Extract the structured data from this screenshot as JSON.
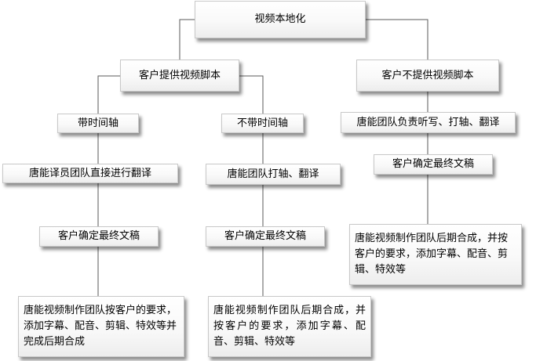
{
  "diagram": {
    "root": {
      "label": "视频本地化"
    },
    "branch_with_script": {
      "label": "客户提供视频脚本",
      "with_timeline": {
        "label": "带时间轴",
        "steps": [
          "唐能译员团队直接进行翻译",
          "客户确定最终文稿",
          "唐能视频制作团队按客户的要求，添加字幕、配音、剪辑、特效等并完成后期合成"
        ]
      },
      "without_timeline": {
        "label": "不带时间轴",
        "steps": [
          "唐能团队打轴、翻译",
          "客户确定最终文稿",
          "唐能视频制作团队后期合成，并按客户的要求，添加字幕、配音、剪辑、特效等"
        ]
      }
    },
    "branch_without_script": {
      "label": "客户不提供视频脚本",
      "steps": [
        "唐能团队负责听写、打轴、翻译",
        "客户确定最终文稿",
        "唐能视频制作团队后期合成，并按客户的要求，添加字幕、配音、剪辑、特效等"
      ]
    }
  },
  "style": {
    "line_color": "#5a5a5a",
    "node_border": "#c8c8c8"
  }
}
